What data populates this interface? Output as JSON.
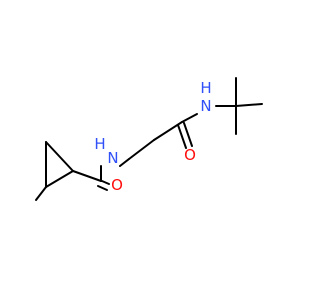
{
  "molecule": {
    "atoms": {
      "n_tert_butyl": "N",
      "h_tert_butyl": "H",
      "o_upper": "O",
      "n_lower": "N",
      "h_lower": "H",
      "o_lower": "O"
    }
  },
  "colors": {
    "bond": "#000000",
    "nitrogen": "#3050F8",
    "oxygen": "#FF0D0D"
  }
}
